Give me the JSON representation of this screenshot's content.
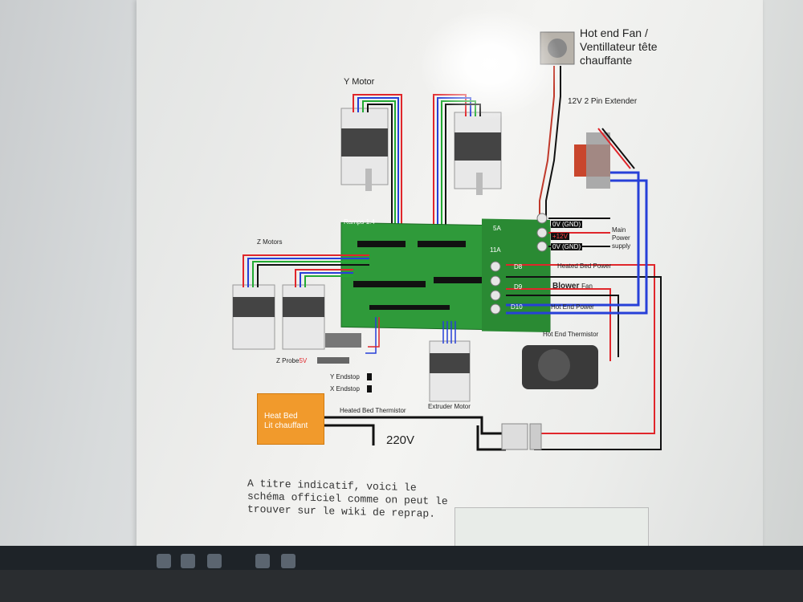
{
  "diagram": {
    "hot_end_fan_label": "Hot end Fan /",
    "hot_end_fan_label_2": "Ventillateur tête",
    "hot_end_fan_label_3": "chauffante",
    "pin_extender": "12V 2 Pin Extender",
    "y_motor": "Y Motor",
    "z_motors": "Z Motors",
    "board_title": "Ramps 1.4",
    "power_5a": "5A",
    "power_11a": "11A",
    "d8": "D8",
    "d9": "D9",
    "d10": "D10",
    "gnd1": "0V (GND)",
    "plus12": "+12V",
    "gnd2": "0V (GND)",
    "main_power": "Main",
    "main_power_2": "Power",
    "main_power_3": "supply",
    "heated_bed_power": "Heated Bed Power",
    "blower": "Blower",
    "blower_fan": "Fan",
    "hot_end_power": "Hot End Power",
    "hot_end_thermistor": "Hot End Thermistor",
    "z_probe": "Z Probe",
    "z_probe_5v": "5V",
    "y_endstop": "Y Endstop",
    "x_endstop": "X Endstop",
    "heated_bed_thermistor": "Heated Bed Thermistor",
    "extruder_motor": "Extruder Motor",
    "heat_bed": "Heat Bed",
    "lit_chauffant": "Lit chauffant",
    "v220": "220V"
  },
  "caption": "A titre indicatif, voici le schéma officiel comme on peut le trouver sur le wiki de reprap.",
  "colors": {
    "board": "#2f9a3a",
    "heatbed": "#f19a2c",
    "red_wire": "#e0262b",
    "blue_wire": "#2740d8",
    "black_wire": "#111111"
  }
}
